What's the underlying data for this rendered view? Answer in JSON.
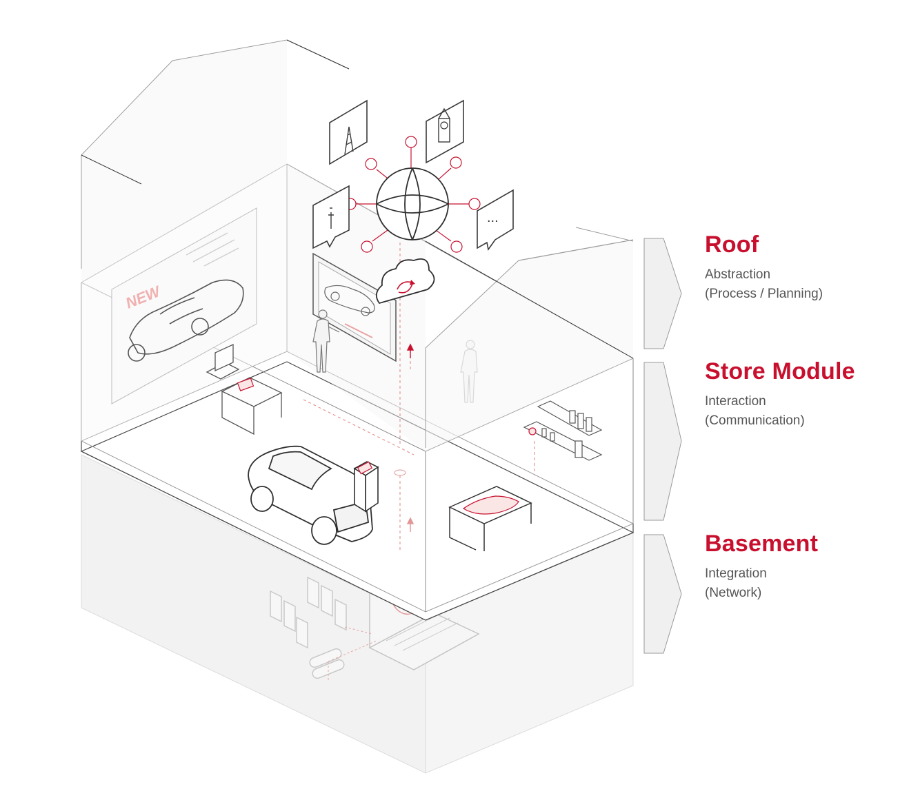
{
  "illustration": {
    "new_badge": "NEW",
    "chat_bubble": "...",
    "accent_color": "#c8102e",
    "line_color": "#b5b5b5",
    "icons": [
      "eiffel-tower-icon",
      "big-ben-icon",
      "tv-tower-icon",
      "chat-bubble-icon",
      "globe-icon",
      "cloud-sync-icon",
      "brain-icon",
      "document-icon",
      "server-icon",
      "car-icon",
      "kiosk-icon",
      "person-icon"
    ]
  },
  "layers": [
    {
      "title": "Roof",
      "line1": "Abstraction",
      "line2": "(Process / Planning)"
    },
    {
      "title": "Store Module",
      "line1": "Interaction",
      "line2": "(Communication)"
    },
    {
      "title": "Basement",
      "line1": "Integration",
      "line2": "(Network)"
    }
  ]
}
